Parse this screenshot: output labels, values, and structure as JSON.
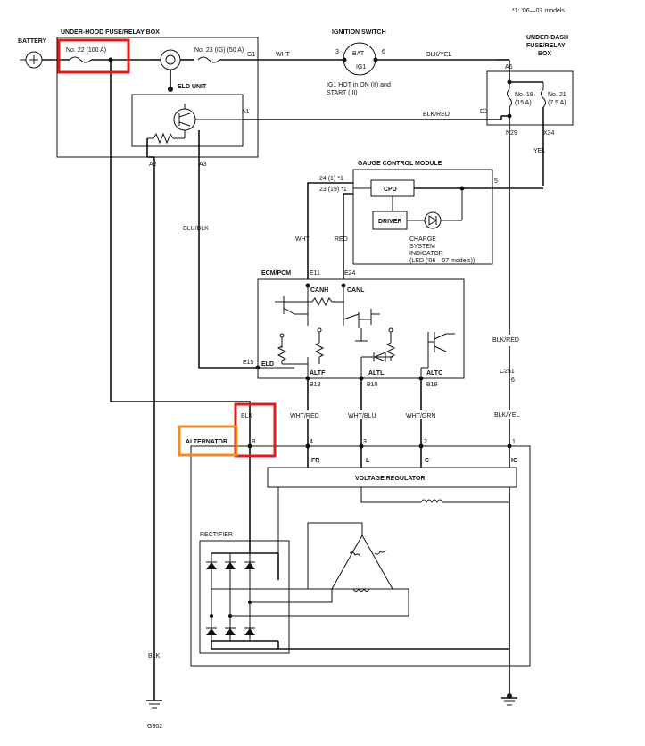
{
  "note": "*1: '06—07 models",
  "battery": {
    "label": "BATTERY"
  },
  "underhood": {
    "title": "UNDER-HOOD FUSE/RELAY BOX",
    "fuse22": "No. 22 (100 A)",
    "fuse23": "No. 23 (IG) (50 A)",
    "eld": "ELD UNIT",
    "pin_g1": "G1",
    "pin_a1": "A1",
    "pin_a2": "A2",
    "pin_a3": "A3"
  },
  "ignition": {
    "title": "IGNITION SWITCH",
    "bat": "BAT",
    "ig1": "IG1",
    "pin3": "3",
    "pin6": "6",
    "note1": "IG1 HOT in ON (II) and",
    "note2": "START (III)"
  },
  "underdash": {
    "title1": "UNDER-DASH",
    "title2": "FUSE/RELAY",
    "title3": "BOX",
    "fuse18a": "No. 18",
    "fuse18b": "(15 A)",
    "fuse21a": "No. 21",
    "fuse21b": "(7.5 A)",
    "pin_a6": "A6",
    "pin_d2": "D2",
    "pin_n29": "N29",
    "pin_x34": "X34"
  },
  "gauge": {
    "title": "GAUGE CONTROL MODULE",
    "pin24": "24 (1) *1",
    "pin23": "23 (19) *1",
    "pin5": "5",
    "cpu": "CPU",
    "driver": "DRIVER",
    "ind1": "CHARGE",
    "ind2": "SYSTEM",
    "ind3": "INDICATOR",
    "ind4": "(LED ('06—07 models))"
  },
  "ecm": {
    "title": "ECM/PCM",
    "e11": "E11",
    "e24": "E24",
    "canh": "CANH",
    "canl": "CANL",
    "eld": "ELD",
    "e15": "E15",
    "altf": "ALTF",
    "altl": "ALTL",
    "altc": "ALTC",
    "b13": "B13",
    "b10": "B10",
    "b18": "B18"
  },
  "wires": {
    "wht": "WHT",
    "blk_yel": "BLK/YEL",
    "blk_red": "BLK/RED",
    "yel": "YEL",
    "red": "RED",
    "blu_blk": "BLU/BLK",
    "blk_red2": "BLK/RED",
    "c251": "C251",
    "c251_pin": "6",
    "blk_yel2": "BLK/YEL",
    "wht_red": "WHT/RED",
    "wht_blu": "WHT/BLU",
    "wht_grn": "WHT/GRN",
    "blk": "BLK",
    "blk_ground": "BLK"
  },
  "alternator": {
    "label": "ALTERNATOR",
    "b": "B",
    "p4": "4",
    "p3": "3",
    "p2": "2",
    "p1": "1",
    "fr": "FR",
    "l": "L",
    "c": "C",
    "ig": "IG",
    "vr": "VOLTAGE REGULATOR",
    "rectifier": "RECTIFIER"
  },
  "ground": {
    "label": "G302"
  },
  "highlight_colors": {
    "red": "#e11a1a",
    "orange": "#f08a24"
  }
}
